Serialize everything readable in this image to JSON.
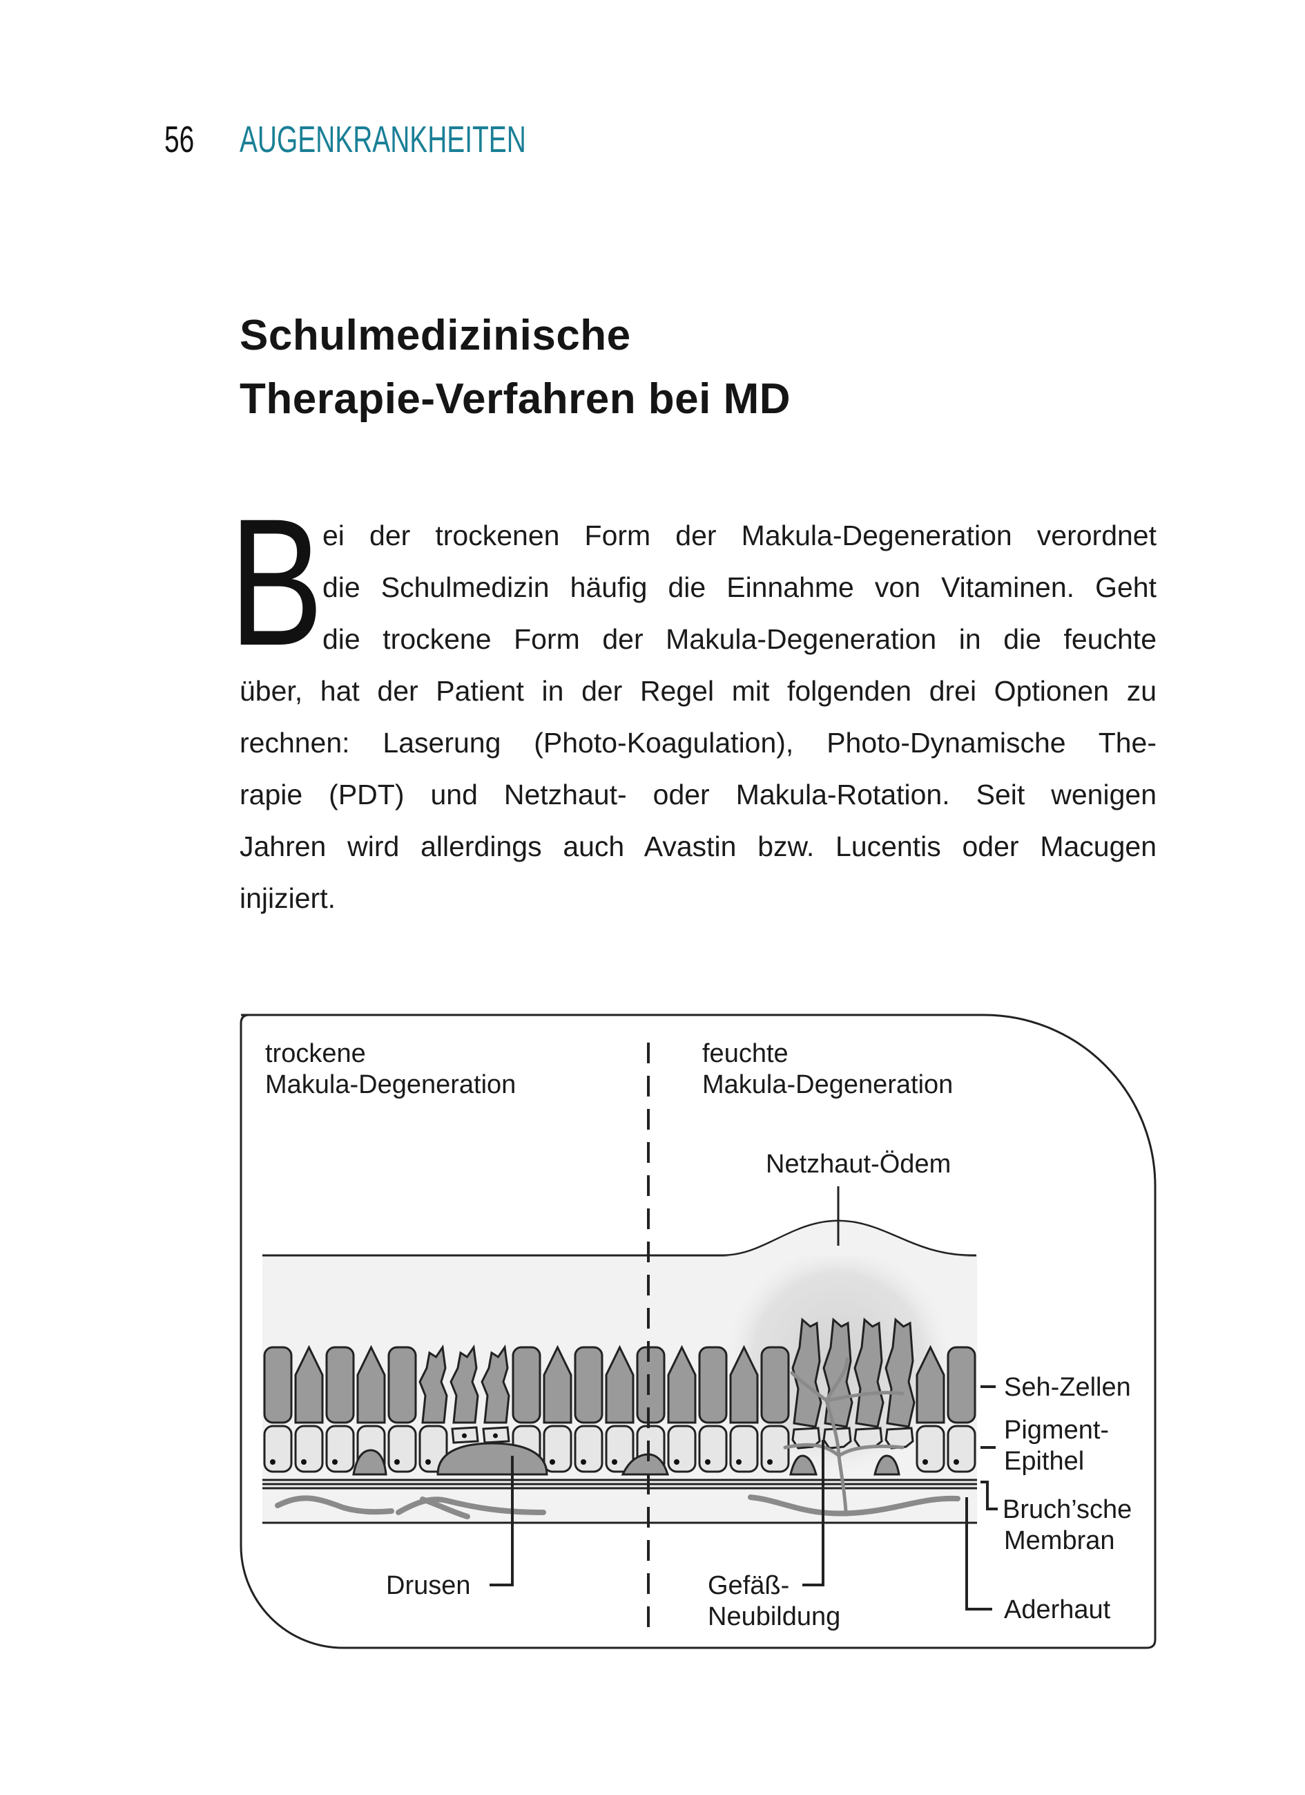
{
  "header": {
    "page_number": "56",
    "running_head": "AUGENKRANKHEITEN",
    "accent_color": "#1a7f96"
  },
  "section": {
    "title_lines": [
      "Schulmedizinische",
      "Therapie-Verfahren bei MD"
    ]
  },
  "paragraph": {
    "drop_cap": "B",
    "lines": [
      "ei der trockenen Form der Makula-Degeneration verordnet",
      "die Schulmedizin häufig die Einnahme von Vitaminen. Geht",
      "die trockene Form der Makula-Degeneration in die feuchte",
      "über, hat der Patient in der Regel mit folgenden drei Optionen zu",
      "rechnen: Laserung (Photo-Koagulation), Photo-Dynamische The-",
      "rapie (PDT) und Netzhaut- oder Makula-Rotation. Seit wenigen",
      "Jahren wird allerdings auch Avastin bzw. Lucentis oder Macugen",
      "injiziert."
    ]
  },
  "figure": {
    "left_heading": [
      "trockene",
      "Makula-Degeneration"
    ],
    "right_heading": [
      "feuchte",
      "Makula-Degeneration"
    ],
    "labels": {
      "edema": "Netzhaut-Ödem",
      "photoreceptors": "Seh-Zellen",
      "pigment_epithelium": [
        "Pigment-",
        "Epithel"
      ],
      "bruch_membrane": [
        "Bruch’sche",
        "Membran"
      ],
      "choroid": "Aderhaut",
      "drusen": "Drusen",
      "neovascularization": [
        "Gefäß-",
        "Neubildung"
      ]
    }
  }
}
